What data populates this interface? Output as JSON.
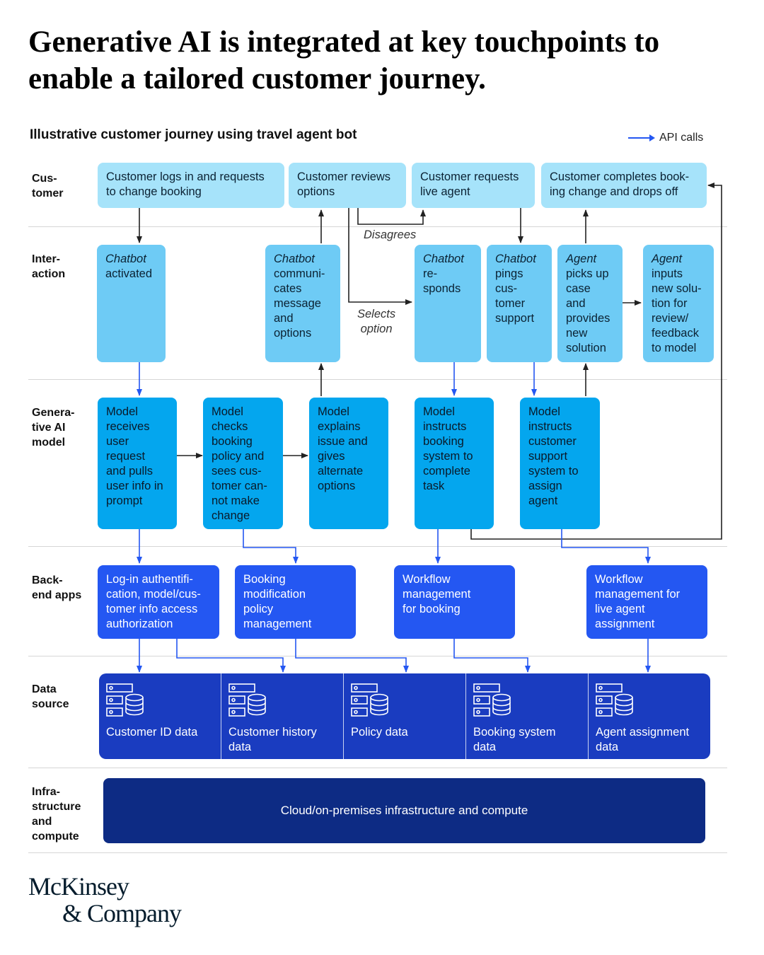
{
  "headline": "Generative AI is integrated at key touchpoints to enable a tailored customer journey.",
  "subtitle": "Illustrative customer journey using travel agent bot",
  "legend": {
    "label": "API calls",
    "color": "#2457f2"
  },
  "rows": {
    "customer": [
      "Cus-",
      "tomer"
    ],
    "interaction": [
      "Inter-",
      "action"
    ],
    "genai": [
      "Genera-",
      "tive AI",
      "model"
    ],
    "backend": [
      "Back-",
      "end apps"
    ],
    "data": [
      "Data",
      "source"
    ],
    "infra": [
      "Infra-",
      "structure",
      "and",
      "compute"
    ]
  },
  "customer_boxes": [
    [
      "Customer logs in and requests",
      "to change booking"
    ],
    [
      "Customer reviews",
      "options"
    ],
    [
      "Customer requests",
      "live agent"
    ],
    [
      "Customer completes book-",
      "ing change and drops off"
    ]
  ],
  "annotations": {
    "disagrees": "Disagrees",
    "selects": [
      "Selects",
      "option"
    ]
  },
  "interaction_boxes": [
    {
      "lead": "Chatbot",
      "lines": [
        "activated"
      ]
    },
    {
      "lead": "Chatbot",
      "lines": [
        "communi-",
        "cates",
        "message",
        "and",
        "options"
      ]
    },
    {
      "lead": "Chatbot",
      "lines": [
        "re-",
        "sponds"
      ]
    },
    {
      "lead": "Chatbot",
      "lines": [
        "pings",
        "cus-",
        "tomer",
        "support"
      ]
    },
    {
      "lead": "Agent",
      "lines": [
        "picks up",
        "case",
        "and",
        "provides",
        "new",
        "solution"
      ]
    },
    {
      "lead": "Agent",
      "lines": [
        "inputs",
        "new solu-",
        "tion for",
        "review/",
        "feedback",
        "to model"
      ]
    }
  ],
  "genai_boxes": [
    [
      "Model",
      "receives",
      "user",
      "request",
      "and pulls",
      "user info in",
      "prompt"
    ],
    [
      "Model",
      "checks",
      "booking",
      "policy and",
      "sees cus-",
      "tomer can-",
      "not make",
      "change"
    ],
    [
      "Model",
      "explains",
      "issue and",
      "gives",
      "alternate",
      "options"
    ],
    [
      "Model",
      "instructs",
      "booking",
      "system to",
      "complete",
      "task"
    ],
    [
      "Model",
      "instructs",
      "customer",
      "support",
      "system to",
      "assign",
      "agent"
    ]
  ],
  "backend_boxes": [
    [
      "Log-in authentifi-",
      "cation, model/cus-",
      "tomer info access",
      "authorization"
    ],
    [
      "Booking",
      "modification",
      "policy",
      "management"
    ],
    [
      "Workflow",
      "management",
      "for booking"
    ],
    [
      "Workflow",
      "management for",
      "live agent",
      "assignment"
    ]
  ],
  "data_sources": [
    [
      "Customer ID data"
    ],
    [
      "Customer history",
      "data"
    ],
    [
      "Policy data"
    ],
    [
      "Booking system",
      "data"
    ],
    [
      "Agent assignment",
      "data"
    ]
  ],
  "infrastructure": "Cloud/on-premises infrastructure and compute",
  "logo": [
    "McKinsey",
    "& Company"
  ],
  "colors": {
    "customer": "#a6e3fa",
    "interaction": "#6ecbf5",
    "genai": "#04a6ee",
    "backend": "#2457f2",
    "data": "#1a3cc0",
    "infra": "#0d2b84"
  }
}
